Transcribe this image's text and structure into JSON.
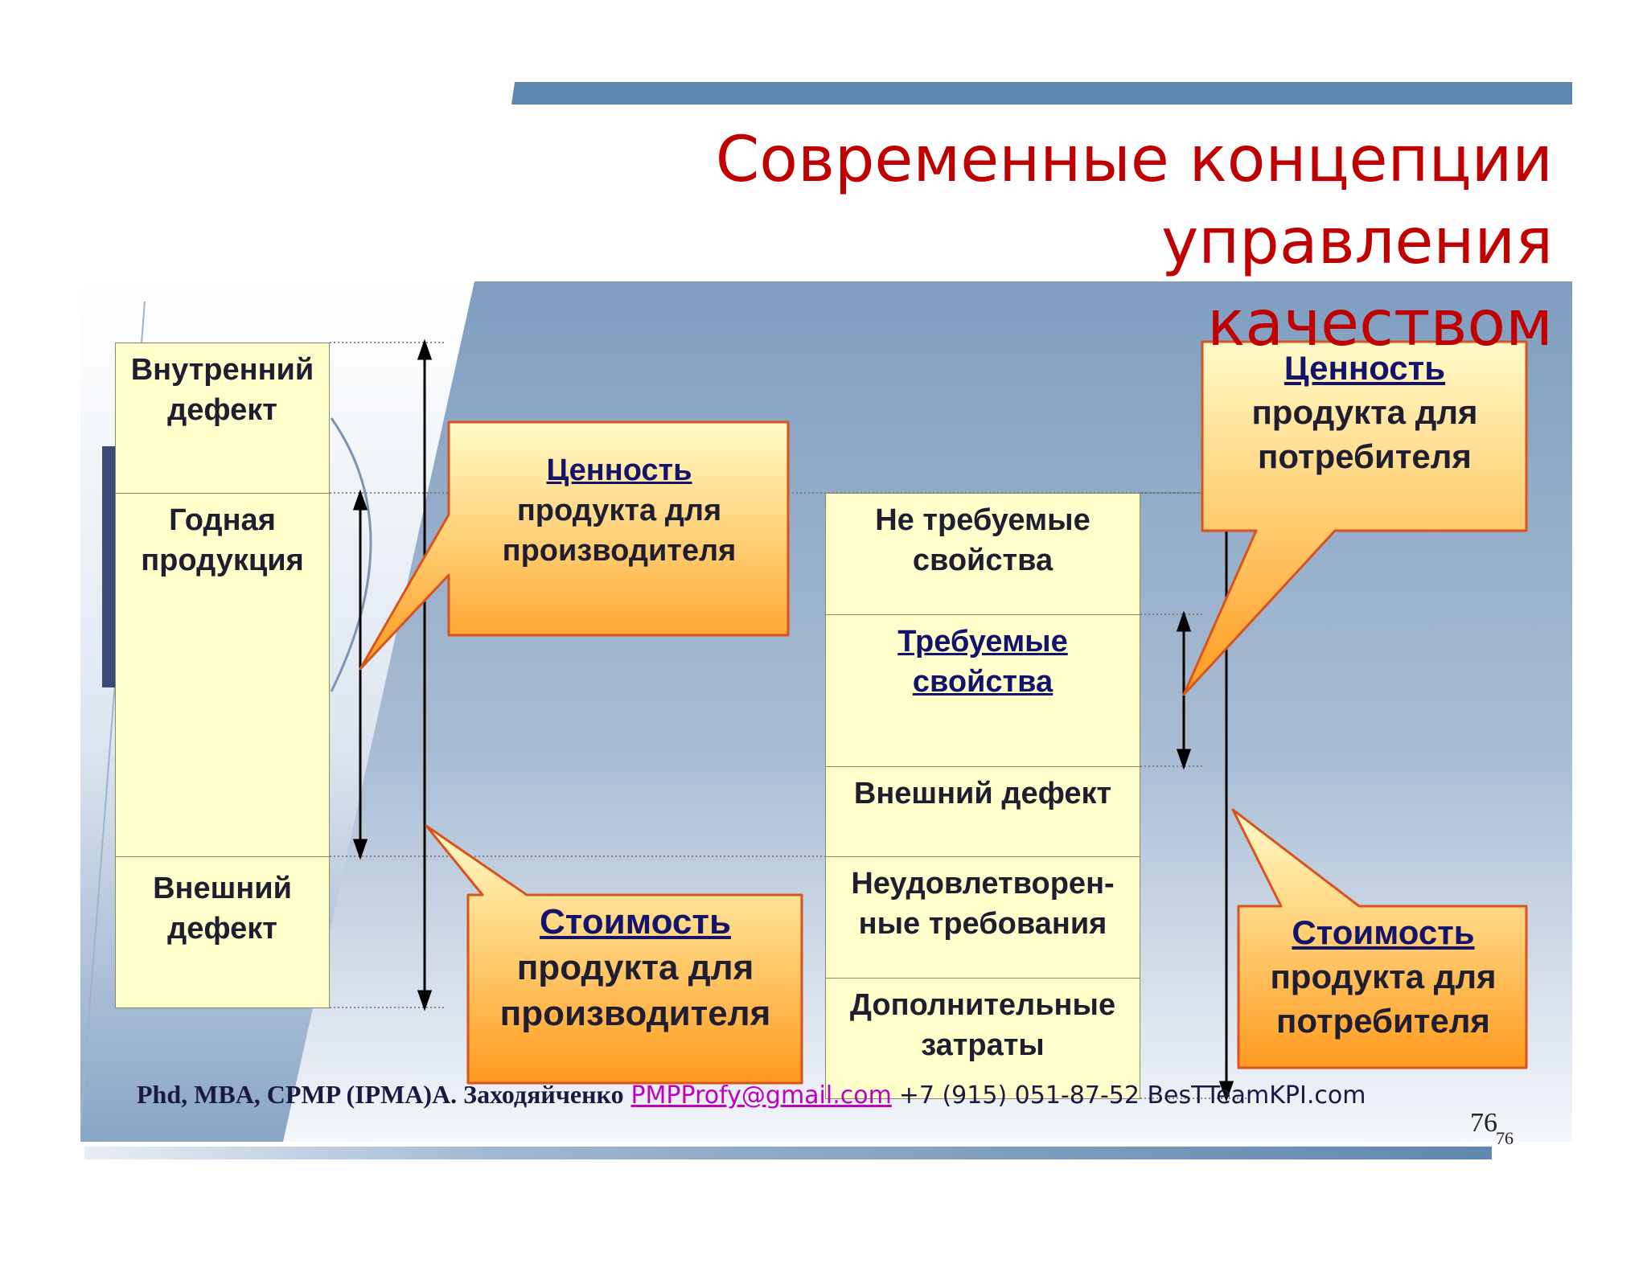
{
  "title": {
    "line1": "Современные концепции управления",
    "line2": "качеством"
  },
  "left_column": {
    "cells": [
      {
        "label": "Внутренний дефект"
      },
      {
        "label": "Годная продукция"
      },
      {
        "label": "Внешний дефект"
      }
    ]
  },
  "right_column": {
    "cells": [
      {
        "label": "Не требуемые свойства"
      },
      {
        "label": "Требуемые свойства"
      },
      {
        "label": "Внешний дефект"
      },
      {
        "label": "Неудовлетворен-ные требования"
      },
      {
        "label": "Дополнительные затраты"
      }
    ]
  },
  "callouts": {
    "producer_value": {
      "head": "Ценность",
      "body": "продукта для производителя"
    },
    "producer_cost": {
      "head": "Стоимость",
      "body": "продукта для производителя"
    },
    "consumer_value": {
      "head": "Ценность",
      "body": "продукта для потребителя"
    },
    "consumer_cost": {
      "head": "Стоимость",
      "body": "продукта для потребителя"
    }
  },
  "page_number": {
    "main": "76",
    "sub": "76"
  },
  "footer": {
    "name": "Phd, MBA, CPMP (IPMA)А. Заходяйченко",
    "email": "PMPProfy@gmail.com",
    "contact": "+7 (915) 051-87-52 BesTTeamKPI.com"
  },
  "colors": {
    "title": "#c00000",
    "cell_fill": "#ffffcc",
    "callout_top": "#fffbc8",
    "callout_bottom": "#ff9a1e",
    "callout_border": "#d9531e",
    "band": "#5f88b0"
  }
}
